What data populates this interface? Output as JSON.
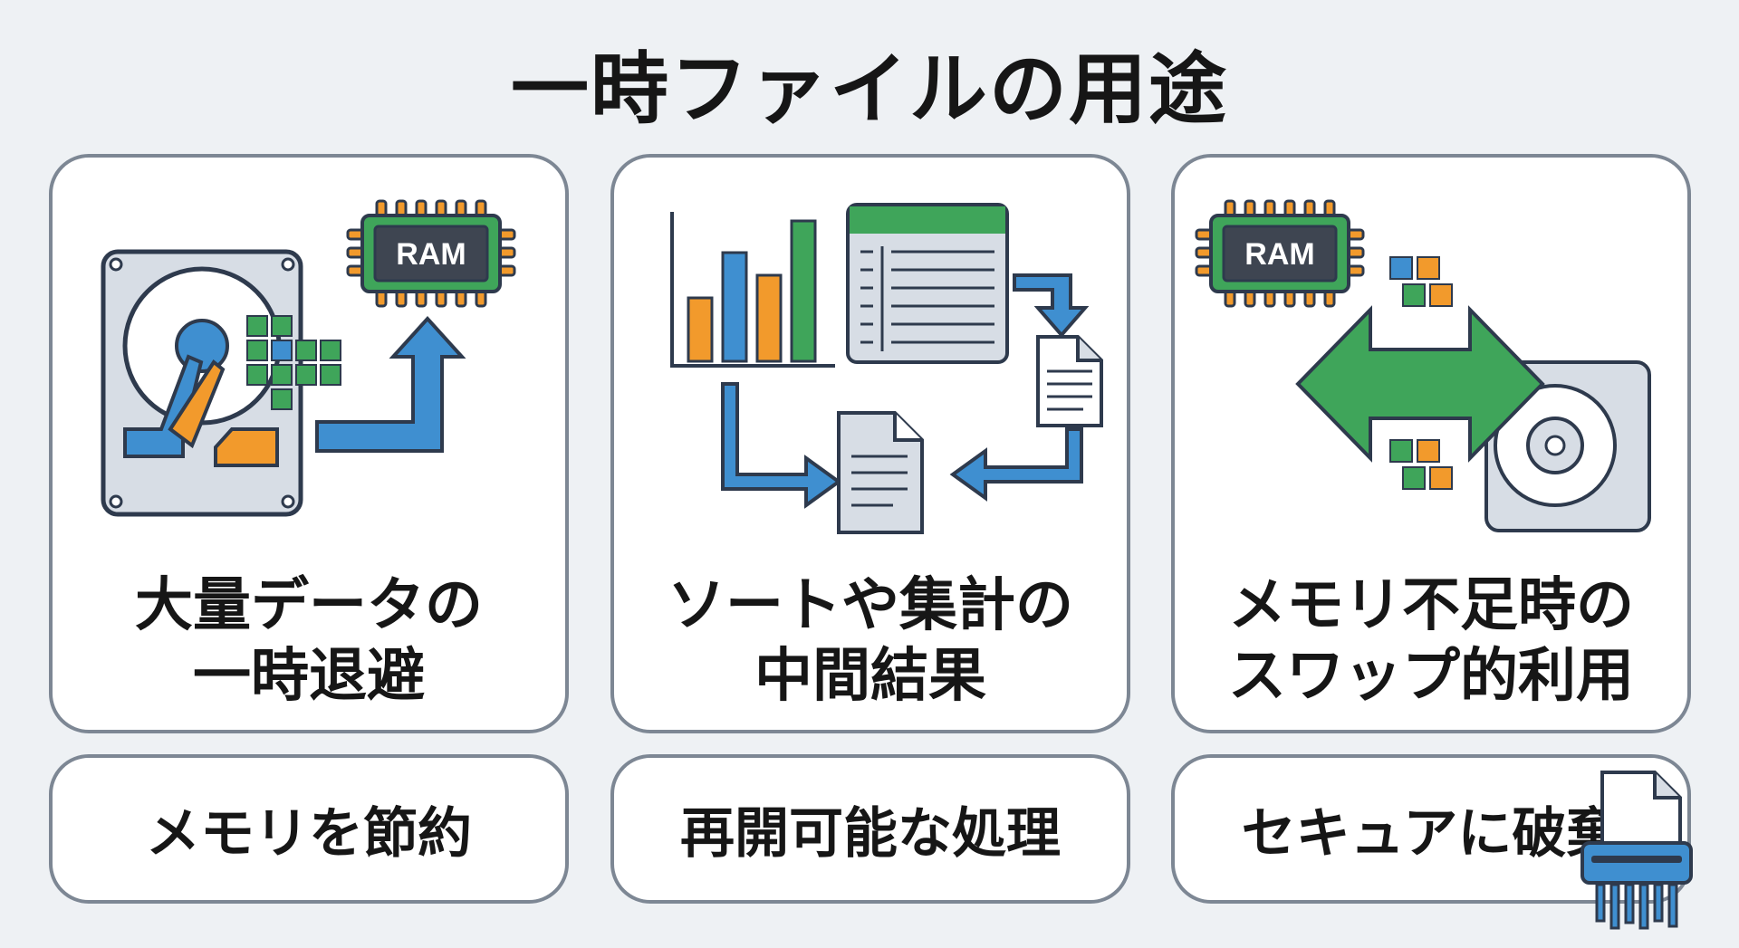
{
  "title": "一時ファイルの用途",
  "cards": [
    {
      "line1": "大量データの",
      "line2": "一時退避",
      "chip_label": "RAM"
    },
    {
      "line1": "ソートや集計の",
      "line2": "中間結果"
    },
    {
      "line1": "メモリ不足時の",
      "line2": "スワップ的利用",
      "chip_label": "RAM"
    }
  ],
  "features": [
    {
      "label": "メモリを節約"
    },
    {
      "label": "再開可能な処理"
    },
    {
      "label": "セキュアに破棄"
    }
  ],
  "colors": {
    "blue": "#3f8fd0",
    "green": "#3fa55a",
    "orange": "#f29a2c",
    "outline": "#2e3a4d",
    "gray": "#d7dde5",
    "card_border": "#7d8794"
  }
}
